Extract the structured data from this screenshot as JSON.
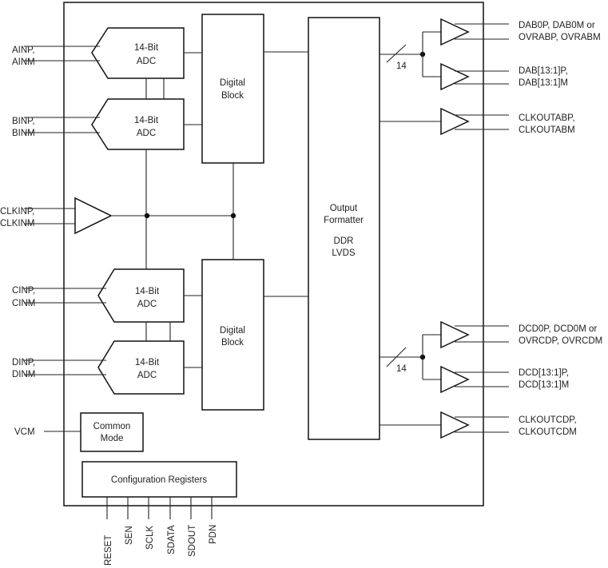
{
  "adc_label_line1": "14-Bit",
  "adc_label_line2": "ADC",
  "digital_block_line1": "Digital",
  "digital_block_line2": "Block",
  "output_formatter": [
    "Output",
    "Formatter",
    "",
    "DDR",
    "LVDS"
  ],
  "common_mode": [
    "Common",
    "Mode"
  ],
  "config_registers": "Configuration Registers",
  "bus_width": "14",
  "inputs": {
    "a": [
      "AINP,",
      "AINM"
    ],
    "b": [
      "BINP,",
      "BINM"
    ],
    "clk": [
      "CLKINP,",
      "CLKINM"
    ],
    "c": [
      "CINP,",
      "CINM"
    ],
    "d": [
      "DINP,",
      "DINM"
    ],
    "vcm": "VCM"
  },
  "outputs": {
    "dab0": [
      "DAB0P, DAB0M or",
      "OVRABP, OVRABM"
    ],
    "dab": [
      "DAB[13:1]P,",
      "DAB[13:1]M"
    ],
    "clkoutab": [
      "CLKOUTABP,",
      "CLKOUTABM"
    ],
    "dcd0": [
      "DCD0P, DCD0M or",
      "OVRCDP, OVRCDM"
    ],
    "dcd": [
      "DCD[13:1]P,",
      "DCD[13:1]M"
    ],
    "clkoutcd": [
      "CLKOUTCDP,",
      "CLKOUTCDM"
    ]
  },
  "pins": [
    "RESET",
    "SEN",
    "SCLK",
    "SDATA",
    "SDOUT",
    "PDN"
  ]
}
